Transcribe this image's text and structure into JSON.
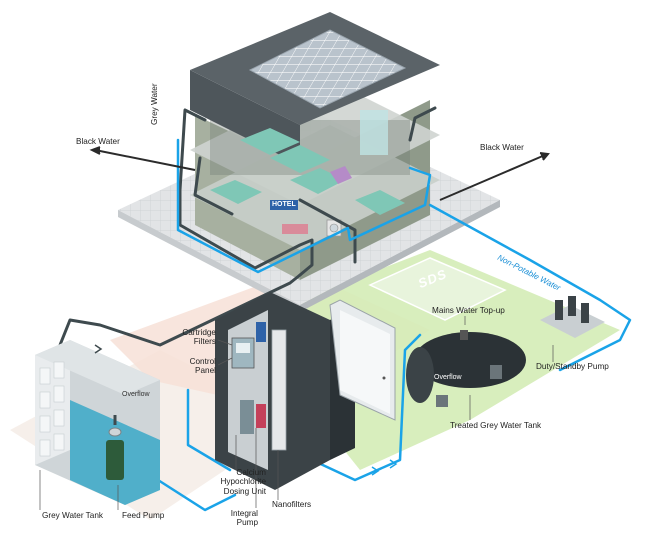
{
  "labels": {
    "black_water_left": "Black Water",
    "black_water_right": "Black Water",
    "grey_water": "Grey Water",
    "non_potable_water": "Non-Potable Water",
    "hotel_sign": "HOTEL",
    "logo": "SDS",
    "mains_water_top_up": "Mains Water Top-up",
    "duty_standby_pump": "Duty/Standby Pump",
    "cartridge_filters": "Cartridge\nFilters",
    "control_panel": "Control\nPanel",
    "overflow_left": "Overflow",
    "overflow_right": "Overflow",
    "treated_grey_water_tank": "Treated Grey Water Tank",
    "calcium_hypochlorite_dosing_unit": "Calcium\nHypochlorite\nDosing Unit",
    "integral_pump": "Integral\nPump",
    "nanofilters": "Nanofilters",
    "grey_water_tank": "Grey Water Tank",
    "feed_pump": "Feed Pump"
  },
  "colors": {
    "grey_water_pipe": "#3e4a4e",
    "non_potable_pipe": "#1aa3e8",
    "roof": "#5b6368",
    "solar_panel": "#b9c3cc",
    "house_wall": "#8e9a86",
    "bed": "#7fc7b6",
    "sofa": "#b58bc8",
    "table": "#d98b9a",
    "lawn": "#cfe8b0",
    "plinth_pink": "#f4dcd2",
    "tank_water": "#3aa8c8",
    "cabinet": "#3b4347"
  }
}
